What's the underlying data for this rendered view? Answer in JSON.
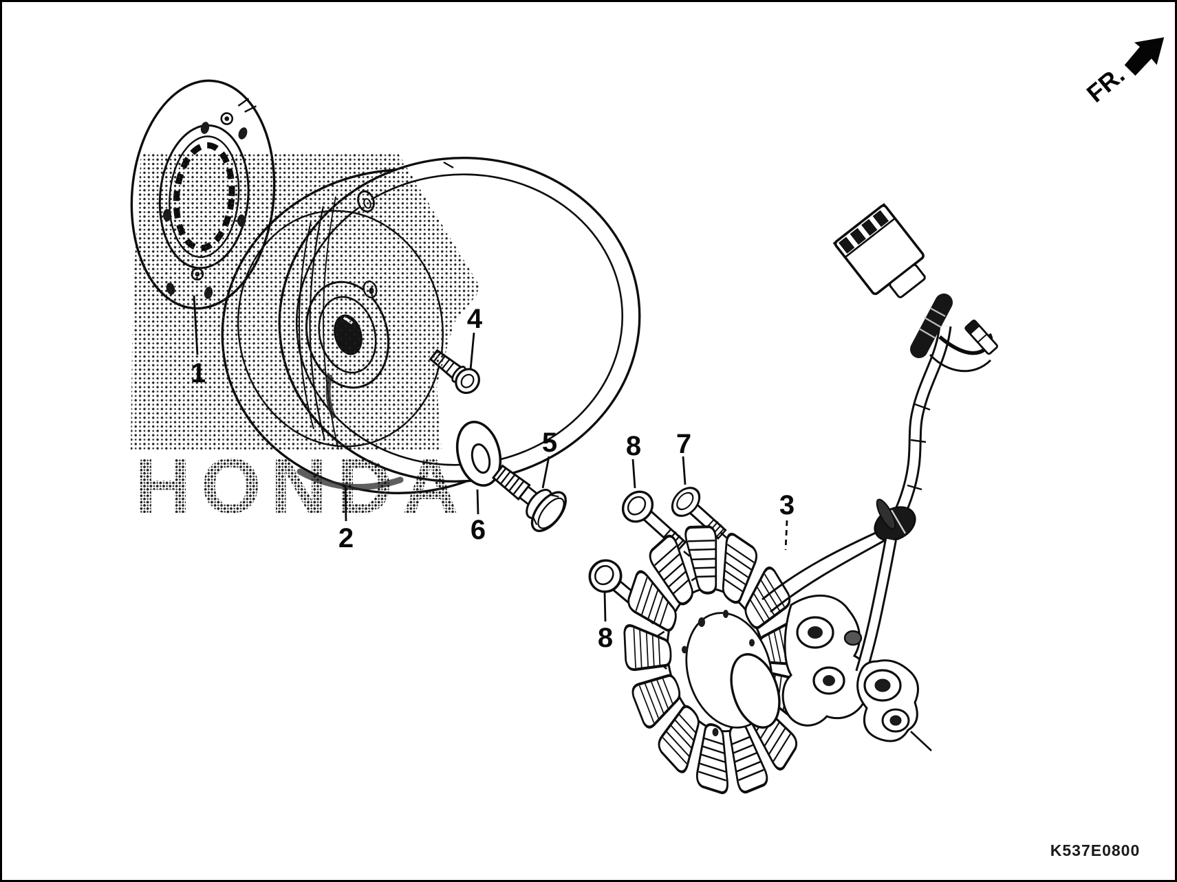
{
  "figure": {
    "drawing_code": "K537E0800",
    "front_label": "FR.",
    "watermark": "HONDA"
  },
  "callouts": [
    {
      "ref": "1"
    },
    {
      "ref": "2"
    },
    {
      "ref": "3"
    },
    {
      "ref": "4"
    },
    {
      "ref": "5"
    },
    {
      "ref": "6"
    },
    {
      "ref": "7"
    },
    {
      "ref": "8"
    },
    {
      "ref": "8"
    }
  ]
}
